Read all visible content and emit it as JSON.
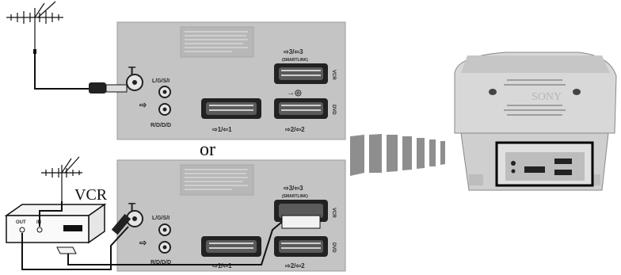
{
  "separator": "or",
  "vcr_label": "VCR",
  "top_panel": {
    "antenna_symbol": "Τ",
    "audio_lr_label": "L/G/S/I",
    "audio_rd_label": "R/D/D/D",
    "scart1_label": "⇨1/⇦1",
    "scart2_label": "⇨2/⇦2",
    "scart3_label": "⇨3/⇦3",
    "smartlink_label": "(SMARTLINK)",
    "vcr_side_label": "VCR",
    "dvd_side_label": "DVD"
  },
  "bottom_panel": {
    "antenna_symbol": "Τ",
    "audio_lr_label": "L/G/S/I",
    "audio_rd_label": "R/D/D/D",
    "scart1_label": "⇨1/⇦1",
    "scart2_label": "⇨2/⇦2",
    "scart3_label": "⇨3/⇦3",
    "smartlink_label": "(SMARTLINK)",
    "vcr_side_label": "VCR",
    "dvd_side_label": "DVD"
  },
  "vcr_box": {
    "out_label": "OUT",
    "in_label": "IN"
  },
  "tv": {
    "brand": "SONY"
  }
}
